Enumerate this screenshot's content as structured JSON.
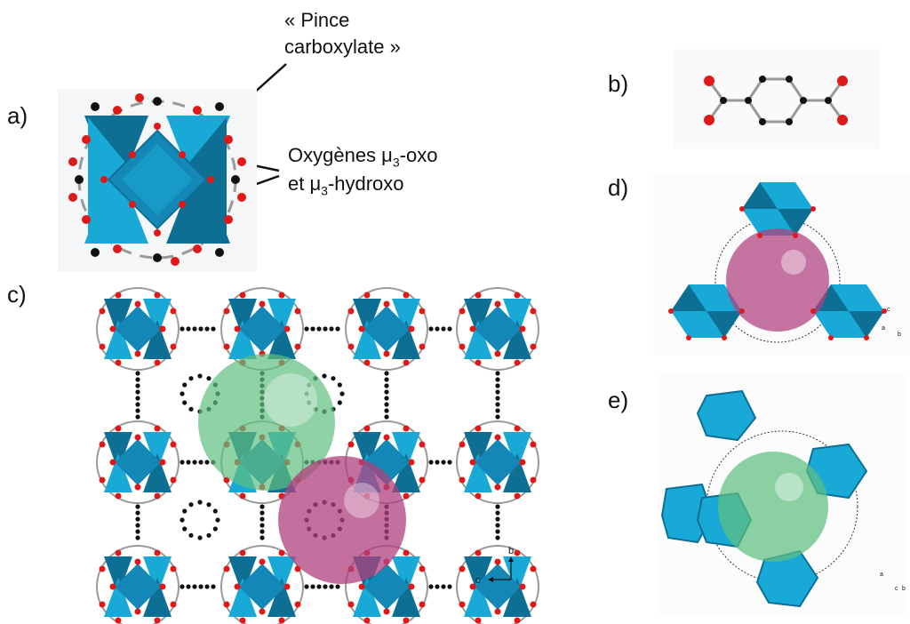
{
  "labels": {
    "a": "a)",
    "b": "b)",
    "c": "c)",
    "d": "d)",
    "e": "e)"
  },
  "annotations": {
    "pince_line1": "« Pince",
    "pince_line2": "carboxylate »",
    "oxy_line1_prefix": "Oxygènes μ",
    "oxy_line1_sub": "3",
    "oxy_line1_suffix": "-oxo",
    "oxy_line2_prefix": "et μ",
    "oxy_line2_sub": "3",
    "oxy_line2_suffix": "-hydroxo"
  },
  "axes": {
    "c_panel": {
      "b": "b",
      "c": "c"
    },
    "d_panel": {
      "c": "c",
      "a": "a",
      "b": "b"
    },
    "e_panel": {
      "a": "a",
      "c": "c",
      "b": "b"
    }
  },
  "colors": {
    "octahedron_light": "#19a9d6",
    "octahedron_dark": "#0e6f95",
    "oxygen": "#e01818",
    "carbon": "#111111",
    "cage_green": "#5fbf7f",
    "cage_pink": "#b0407e"
  }
}
